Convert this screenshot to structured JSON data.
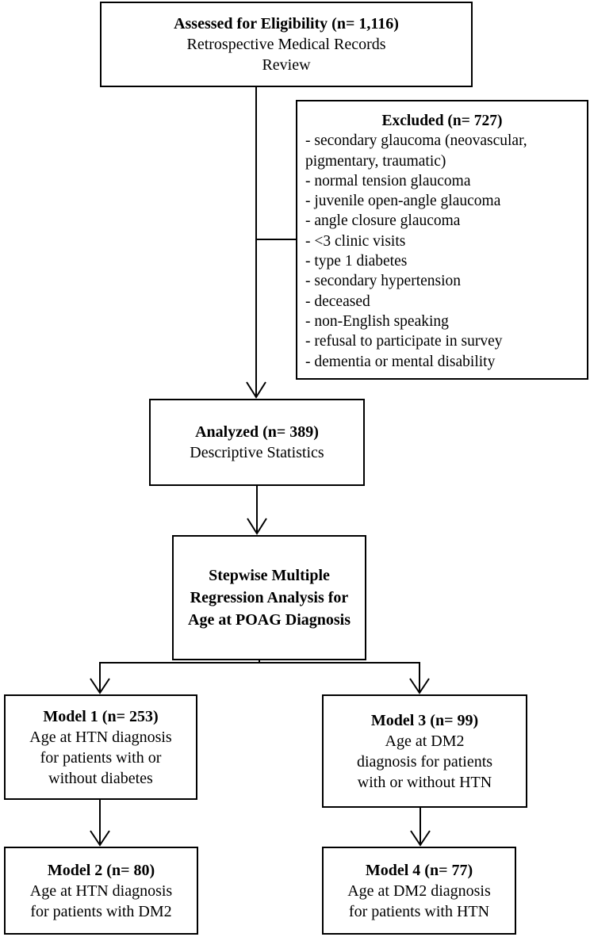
{
  "flowchart": {
    "eligibility": {
      "title": "Assessed for Eligibility (n= 1,116)",
      "lines": [
        "Retrospective Medical Records",
        "Review"
      ]
    },
    "excluded": {
      "title": "Excluded (n= 727)",
      "items": [
        "- secondary glaucoma (neovascular,",
        "pigmentary, traumatic)",
        "- normal tension glaucoma",
        "- juvenile open-angle glaucoma",
        "- angle closure glaucoma",
        "- <3 clinic visits",
        "- type 1 diabetes",
        "- secondary hypertension",
        "- deceased",
        "- non-English speaking",
        "- refusal to participate in survey",
        "- dementia or mental disability"
      ]
    },
    "analyzed": {
      "title": "Analyzed (n= 389)",
      "lines": [
        "Descriptive Statistics"
      ]
    },
    "regression": {
      "title_lines": [
        "Stepwise Multiple",
        "Regression Analysis for",
        "Age at POAG Diagnosis"
      ]
    },
    "model1": {
      "title": "Model 1 (n= 253)",
      "lines": [
        "Age at HTN diagnosis",
        "for patients with or",
        "without diabetes"
      ]
    },
    "model2": {
      "title": "Model 2 (n= 80)",
      "lines": [
        "Age at HTN diagnosis",
        "for patients with DM2"
      ]
    },
    "model3": {
      "title": "Model 3 (n= 99)",
      "lines": [
        "Age at DM2",
        "diagnosis for patients",
        "with or without HTN"
      ]
    },
    "model4": {
      "title": "Model 4 (n= 77)",
      "lines": [
        "Age at DM2 diagnosis",
        "for patients with HTN"
      ]
    }
  },
  "colors": {
    "stroke": "#000000",
    "background": "#ffffff"
  }
}
